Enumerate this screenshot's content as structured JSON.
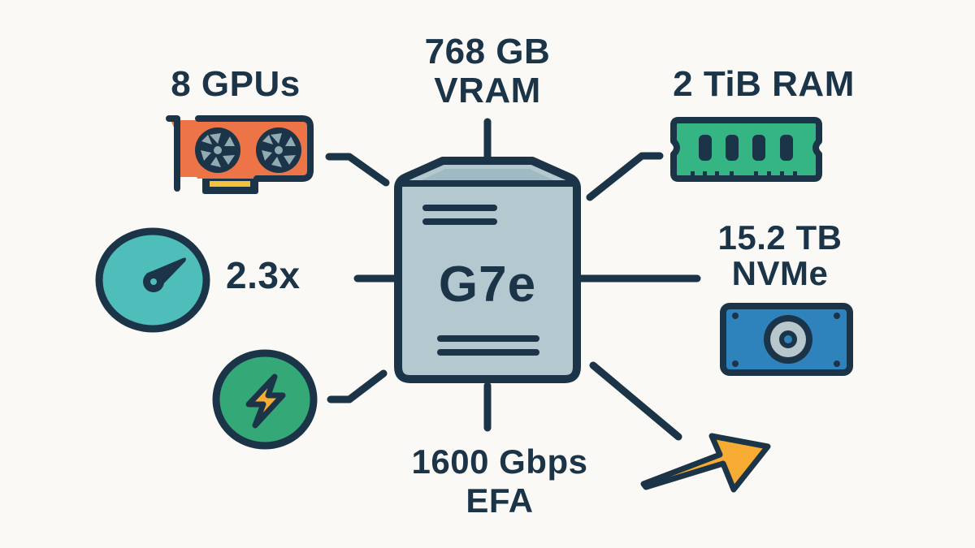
{
  "diagram": {
    "title": "G7e instance specifications",
    "center": {
      "label": "G7e",
      "icon": "server-chip-icon"
    },
    "specs": [
      {
        "id": "gpus",
        "lines": [
          "8 GPUs"
        ],
        "icon": "gpu-card-icon"
      },
      {
        "id": "vram",
        "lines": [
          "768 GB",
          "VRAM"
        ],
        "icon": "none"
      },
      {
        "id": "ram",
        "lines": [
          "2 TiB RAM"
        ],
        "icon": "memory-module-icon"
      },
      {
        "id": "speedup",
        "lines": [
          "2.3x"
        ],
        "icon": "speedometer-icon"
      },
      {
        "id": "nvme",
        "lines": [
          "15.2 TB",
          "NVMe"
        ],
        "icon": "storage-drive-icon"
      },
      {
        "id": "power",
        "lines": [],
        "icon": "lightning-bolt-icon"
      },
      {
        "id": "efa",
        "lines": [
          "1600 Gbps",
          "EFA"
        ],
        "icon": "none"
      },
      {
        "id": "growth",
        "lines": [],
        "icon": "arrow-up-right-icon"
      }
    ]
  },
  "colors": {
    "background": "#fbf9f5",
    "outline": "#1c3448",
    "chip_fill": "#b3c8cf",
    "chip_top": "#9fbac3",
    "gpu_fill": "#ec7446",
    "gpu_fan": "#93aab3",
    "gpu_connector": "#f4c23a",
    "ram_fill": "#35b583",
    "speed_fill": "#4fbdb9",
    "power_fill": "#35a877",
    "bolt_fill": "#f6ad34",
    "nvme_fill": "#2e83bd",
    "nvme_disk": "#b7c7cc",
    "arrow_fill": "#f6ab32"
  }
}
